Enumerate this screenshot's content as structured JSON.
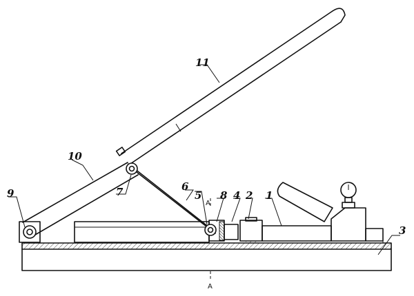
{
  "diagram": {
    "labels": {
      "p1": "1",
      "p2": "2",
      "p3": "3",
      "p4": "4",
      "p5": "5",
      "p6": "6",
      "p7": "7",
      "p8": "8",
      "p9": "9",
      "p10": "10",
      "p11": "11"
    },
    "section": {
      "top": "A",
      "bottom": "A"
    }
  }
}
